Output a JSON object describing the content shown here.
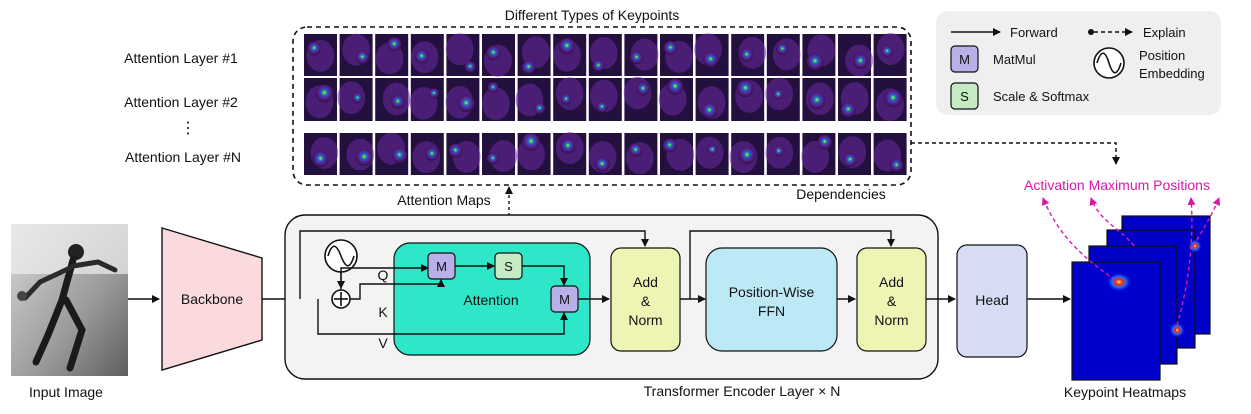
{
  "title_keypoints": "Different Types of Keypoints",
  "layers": [
    "Attention Layer #1",
    "Attention Layer #2",
    "⋮",
    "Attention Layer #N"
  ],
  "attention_maps_label": "Attention Maps",
  "dependencies_label": "Dependencies",
  "legend": {
    "forward": "Forward",
    "explain": "Explain",
    "matmul_symbol": "M",
    "matmul": "MatMul",
    "softmax_symbol": "S",
    "softmax": "Scale & Softmax",
    "position_line1": "Position",
    "position_line2": "Embedding"
  },
  "activation_label": "Activation Maximum Positions",
  "input_label": "Input Image",
  "backbone": "Backbone",
  "qkv": [
    "Q",
    "K",
    "V"
  ],
  "attention": "Attention",
  "m_symbol": "M",
  "s_symbol": "S",
  "add_norm": [
    "Add",
    "&",
    "Norm"
  ],
  "ffn": [
    "Position-Wise",
    "FFN"
  ],
  "head": "Head",
  "encoder_label": "Transformer Encoder Layer × N",
  "heatmaps_label": "Keypoint Heatmaps",
  "colors": {
    "backbone_fill": "#fadadd",
    "attention_fill": "#2ee6c8",
    "addnorm_fill": "#eef5b4",
    "ffn_fill": "#bde9f7",
    "head_fill": "#d5dcf3",
    "matmul_fill": "#b7b0e9",
    "softmax_fill": "#c6ebc4",
    "activation": "#d61aa8",
    "encoder_bg": "#f3f3f3",
    "legend_bg": "#efefef"
  }
}
